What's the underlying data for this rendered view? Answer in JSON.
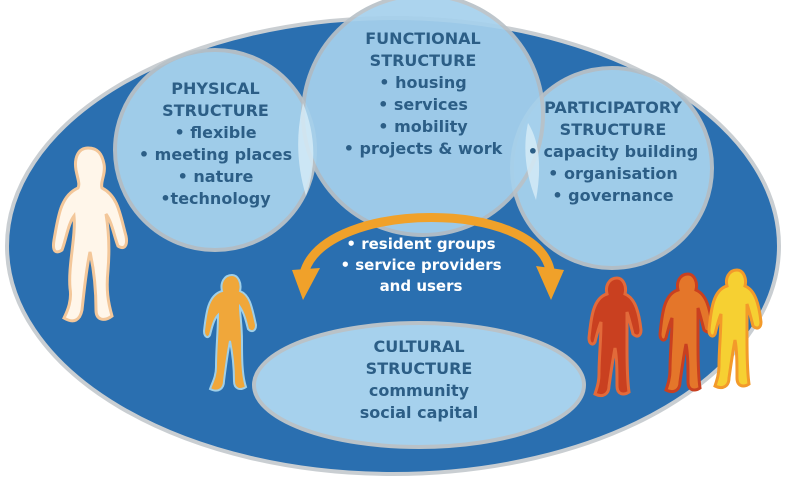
{
  "physical": {
    "title1": "PHYSICAL",
    "title2": "STRUCTURE",
    "items": [
      "• flexible",
      "• meeting places",
      "• nature",
      "•technology"
    ]
  },
  "functional": {
    "title1": "FUNCTIONAL",
    "title2": "STRUCTURE",
    "items": [
      "• housing",
      "• services",
      "• mobility",
      "• projects & work"
    ]
  },
  "participatory": {
    "title1": "PARTICIPATORY",
    "title2": "STRUCTURE",
    "items": [
      "• capacity building",
      "• organisation",
      "• governance"
    ]
  },
  "connections": {
    "items": [
      "• resident groups",
      "• service providers",
      "and users"
    ]
  },
  "cultural": {
    "title1": "CULTURAL",
    "title2": "STRUCTURE",
    "items": [
      "community",
      "social capital"
    ]
  },
  "colors": {
    "outer_fill": "#2a6fb0",
    "circle_fill": "#a6d1ed",
    "circle_stroke": "#b9c2c8",
    "text": "#2c5e86",
    "arrow": "#f0a12a"
  }
}
